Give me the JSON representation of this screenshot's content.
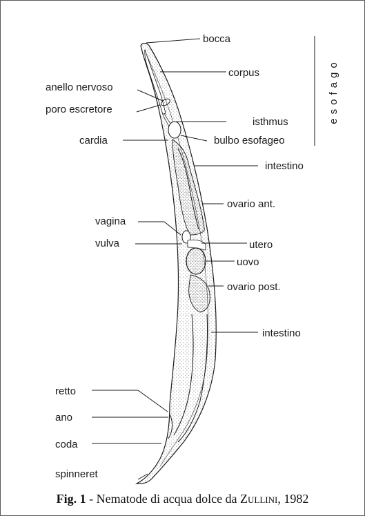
{
  "figure": {
    "labels": {
      "bocca": "bocca",
      "corpus": "corpus",
      "anello_nervoso": "anello nervoso",
      "poro_escretore": "poro escretore",
      "isthmus": "isthmus",
      "cardia": "cardia",
      "bulbo_esofageo": "bulbo esofageo",
      "intestino_ant": "intestino",
      "ovario_ant": "ovario ant.",
      "vagina": "vagina",
      "vulva": "vulva",
      "utero": "utero",
      "uovo": "uovo",
      "ovario_post": "ovario post.",
      "intestino_post": "intestino",
      "retto": "retto",
      "ano": "ano",
      "coda": "coda",
      "spinneret": "spinneret"
    },
    "bracket_label": "esofago"
  },
  "caption": {
    "fig_number": "Fig. 1",
    "separator": " - ",
    "text": "Nematode di acqua dolce da ",
    "author": "Zullini",
    "year": ", 1982"
  },
  "colors": {
    "ink": "#1a1a1a",
    "stipple": "#555555",
    "frame": "#5a5a5a"
  }
}
